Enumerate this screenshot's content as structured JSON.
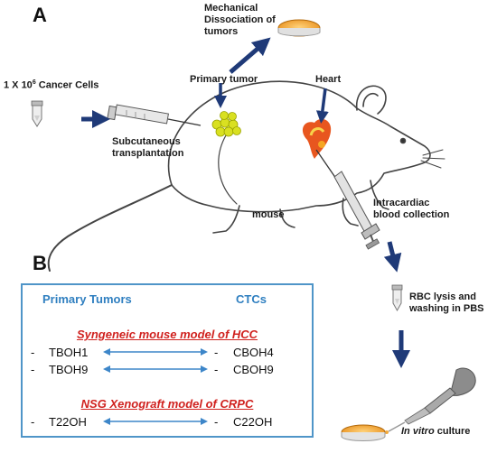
{
  "panels": {
    "a": "A",
    "b": "B"
  },
  "panel_a": {
    "cancer_cells": {
      "prefix": "1 X 10",
      "exponent": "6",
      "suffix": " Cancer Cells"
    },
    "subcutaneous": "Subcutaneous transplantation",
    "mechanical": "Mechanical Dissociation of tumors",
    "primary_tumor": "Primary tumor",
    "heart": "Heart",
    "mouse": "mouse",
    "intracardiac": "Intracardiac blood collection",
    "rbc": "RBC lysis and washing in PBS",
    "in_vitro": {
      "italic": "In vitro",
      "rest": " culture"
    }
  },
  "panel_b": {
    "headers": {
      "left": "Primary Tumors",
      "right": "CTCs"
    },
    "models": [
      {
        "title": "Syngeneic mouse model of HCC",
        "pairs": [
          {
            "left": "TBOH1",
            "right": "CBOH4"
          },
          {
            "left": "TBOH9",
            "right": "CBOH9"
          }
        ]
      },
      {
        "title": "NSG Xenograft model of CRPC",
        "pairs": [
          {
            "left": "T22OH",
            "right": "C22OH"
          }
        ]
      }
    ],
    "bullet": "-"
  },
  "colors": {
    "arrow_navy": "#1f3a78",
    "bidirectional_arrow": "#3d86c9",
    "box_border": "#4f95c8",
    "header_blue": "#2f7fc0",
    "model_red": "#d0221f",
    "dish_orange": "#f2a93b",
    "tumor_yellow": "#d9e021"
  },
  "icons": [
    "tube-icon",
    "syringe-icon",
    "petri-dish-icon",
    "mouse-illustration",
    "heart-icon",
    "pipette-icon"
  ]
}
